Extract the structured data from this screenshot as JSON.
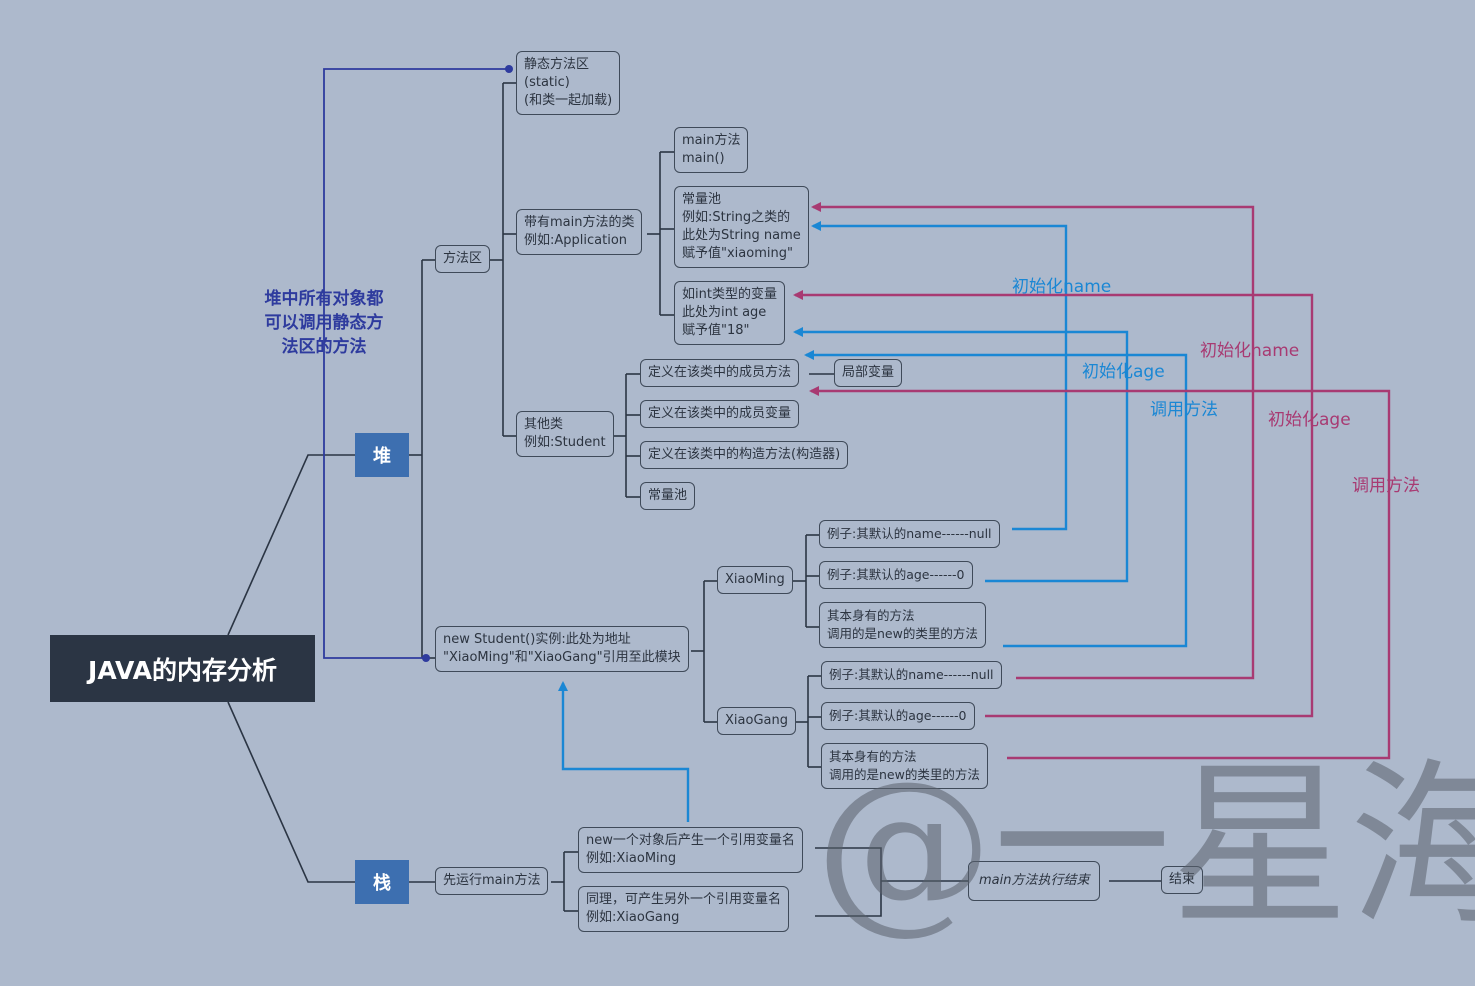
{
  "root": {
    "title": "JAVA的内存分析"
  },
  "branches": {
    "heap": "堆",
    "stack": "栈"
  },
  "heap_note": {
    "lines": [
      "堆中所有对象都",
      "可以调用静态方",
      "法区的方法"
    ]
  },
  "method_area": {
    "label": "方法区",
    "static_area": {
      "lines": [
        "静态方法区",
        "(static)",
        "(和类一起加载)"
      ]
    },
    "main_class": {
      "lines": [
        "带有main方法的类",
        "例如:Application"
      ],
      "main_method": {
        "lines": [
          "main方法",
          "main()"
        ]
      },
      "constant_pool": {
        "lines": [
          "常量池",
          "例如:String之类的",
          "此处为String name",
          "赋予值\"xiaoming\""
        ]
      },
      "int_var": {
        "lines": [
          "如int类型的变量",
          "此处为int age",
          "赋予值\"18\""
        ]
      }
    },
    "other_class": {
      "lines": [
        "其他类",
        "例如:Student"
      ],
      "member_method": "定义在该类中的成员方法",
      "local_var": "局部变量",
      "member_var": "定义在该类中的成员变量",
      "constructor": "定义在该类中的构造方法(构造器)",
      "constant_pool": "常量池"
    }
  },
  "instance": {
    "lines": [
      "new Student()实例:此处为地址",
      "\"XiaoMing\"和\"XiaoGang\"引用至此模块"
    ],
    "xiaoming": {
      "label": "XiaoMing",
      "name_default": "例子:其默认的name------null",
      "age_default": "例子:其默认的age------0",
      "own_method": {
        "lines": [
          "其本身有的方法",
          "调用的是new的类里的方法"
        ]
      }
    },
    "xiaogang": {
      "label": "XiaoGang",
      "name_default": "例子:其默认的name------null",
      "age_default": "例子:其默认的age------0",
      "own_method": {
        "lines": [
          "其本身有的方法",
          "调用的是new的类里的方法"
        ]
      }
    }
  },
  "stack": {
    "run_main": "先运行main方法",
    "ref1": {
      "lines": [
        "new一个对象后产生一个引用变量名",
        "例如:XiaoMing"
      ]
    },
    "ref2": {
      "lines": [
        "同理，可产生另外一个引用变量名",
        "例如:XiaoGang"
      ]
    },
    "main_end": "main方法执行结束",
    "end": "结束"
  },
  "arrow_labels": {
    "blue_init_name": "初始化name",
    "blue_init_age": "初始化age",
    "blue_call_method": "调用方法",
    "pink_init_name": "初始化name",
    "pink_init_age": "初始化age",
    "pink_call_method": "调用方法"
  },
  "watermark": {
    "text": "@一星海"
  },
  "colors": {
    "background": "#adb9cc",
    "root_fill": "#2b3544",
    "branch_fill": "#3d6fb0",
    "navy": "#2e3b9e",
    "blue": "#1a87d4",
    "pink": "#a83a72",
    "node_border": "#3f4a59"
  }
}
